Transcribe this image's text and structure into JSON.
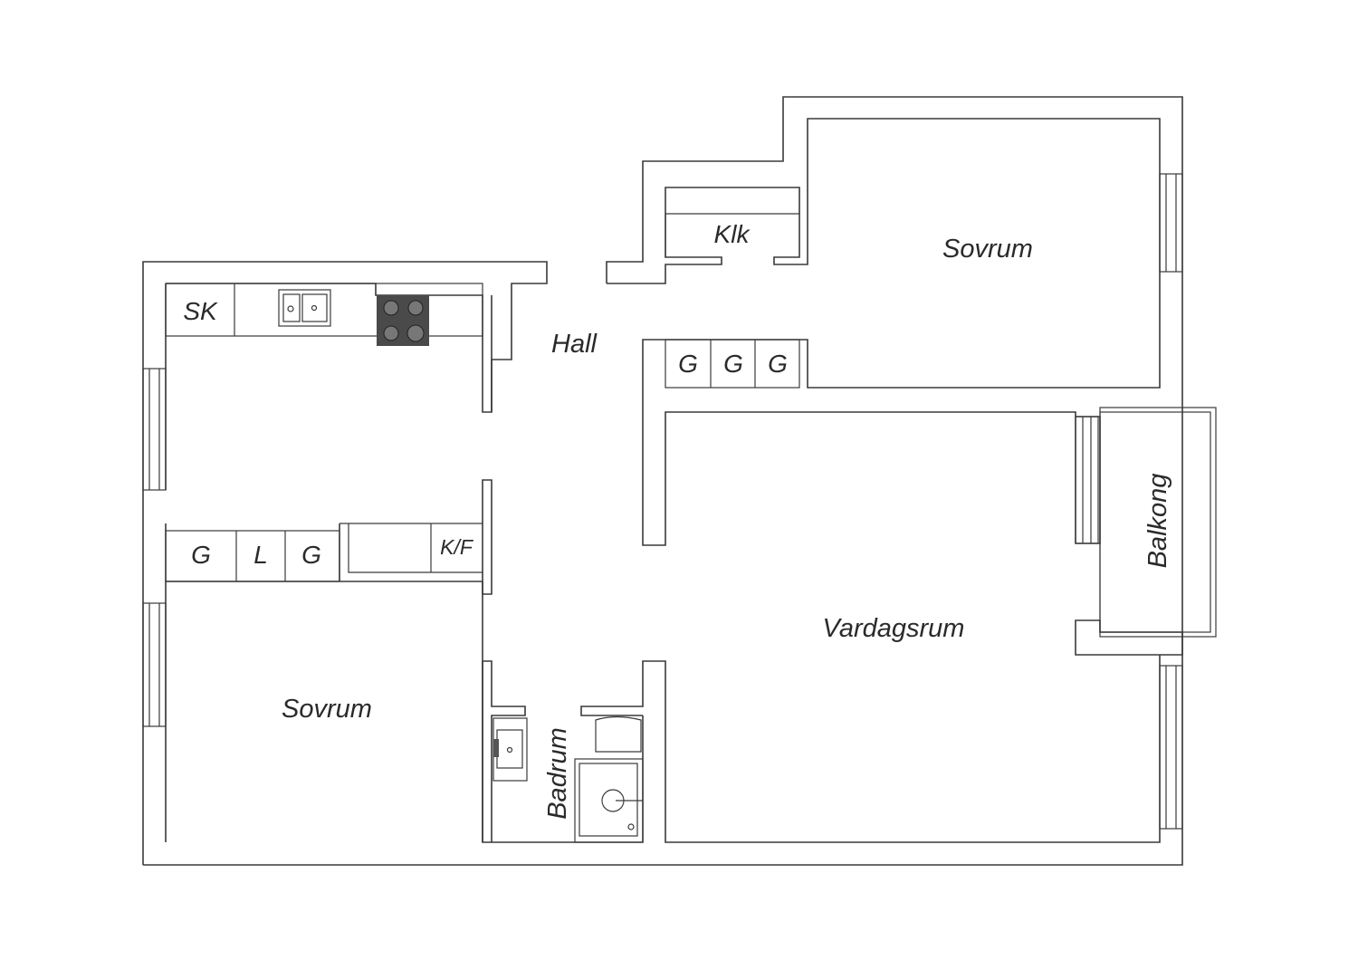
{
  "rooms": {
    "hall": "Hall",
    "klk": "Klk",
    "bedroom_top": "Sovrum",
    "bedroom_left": "Sovrum",
    "living": "Vardagsrum",
    "balcony": "Balkong",
    "bathroom": "Badrum"
  },
  "fixtures": {
    "sk": "SK",
    "wardrobe_top": [
      "G",
      "G",
      "G"
    ],
    "wardrobe_left": [
      "G",
      "L",
      "G"
    ],
    "fridge_freezer": "K/F"
  },
  "colors": {
    "wall": "#3a3a3a",
    "stove": "#4a4a4a",
    "background": "#ffffff"
  }
}
